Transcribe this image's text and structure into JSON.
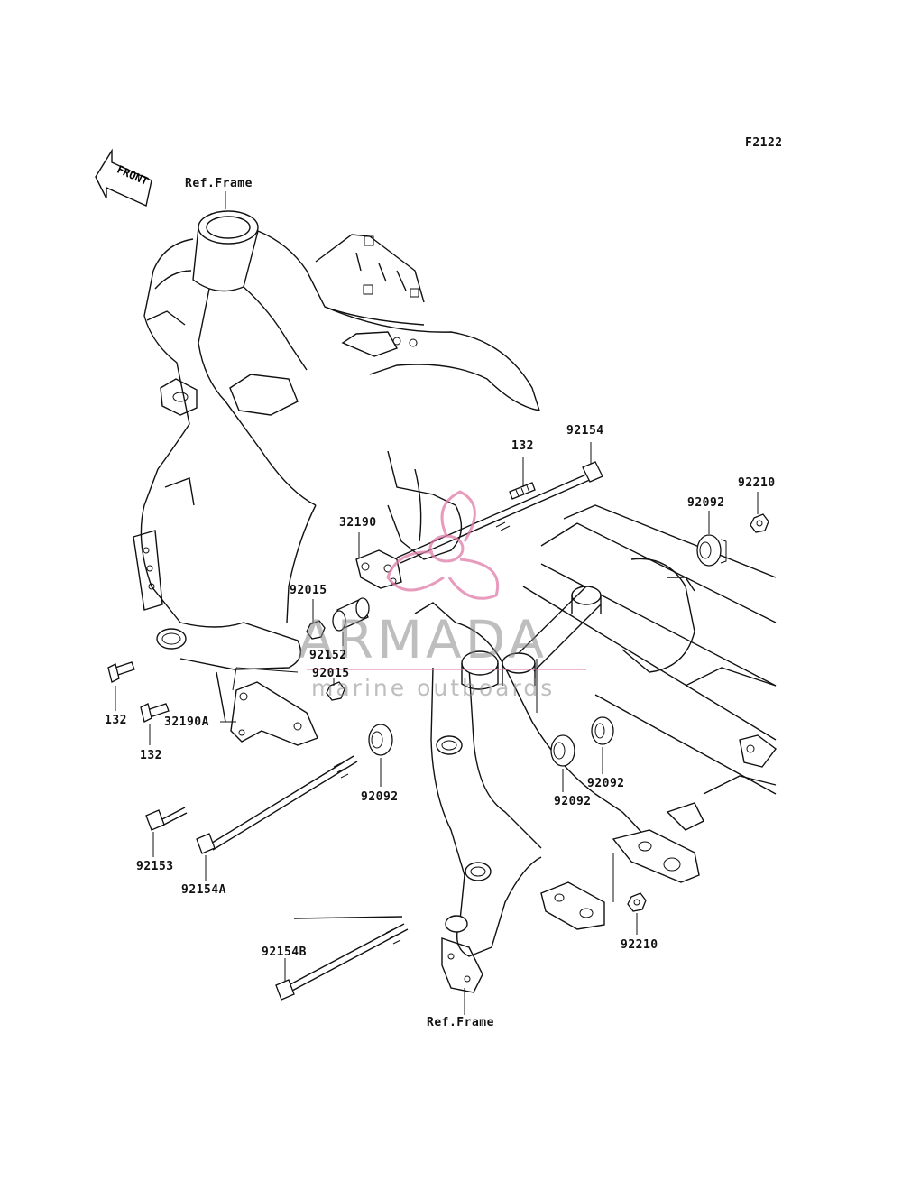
{
  "diagram_code": "F2122",
  "front_label": "FRONT",
  "watermark": {
    "title": "ARMADA",
    "subtitle": "marine outboards",
    "accent": "#e07aa8"
  },
  "ref_frame_top": "Ref.Frame",
  "ref_frame_bottom": "Ref.Frame",
  "labels": {
    "p132_top": "132",
    "p92154": "92154",
    "p92210_top": "92210",
    "p92092_top": "92092",
    "p32190": "32190",
    "p92015_a": "92015",
    "p92152": "92152",
    "p92015_b": "92015",
    "p132_left_a": "132",
    "p132_left_b": "132",
    "p32190A": "32190A",
    "p92092_mid": "92092",
    "p92092_right_a": "92092",
    "p92092_right_b": "92092",
    "p92153": "92153",
    "p92154A": "92154A",
    "p92154B": "92154B",
    "p92210_bottom": "92210"
  }
}
